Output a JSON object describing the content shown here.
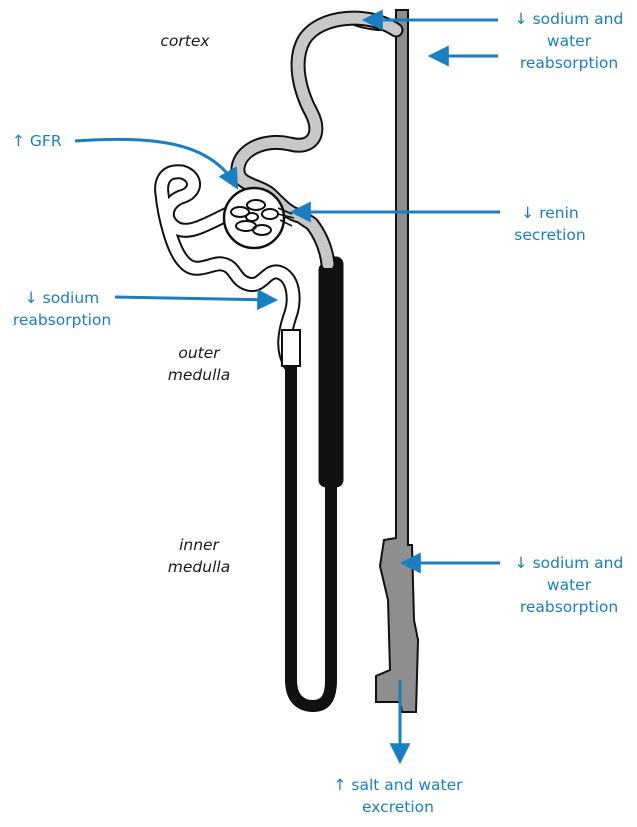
{
  "regions": {
    "cortex": "cortex",
    "outer_medulla": [
      "outer",
      "medulla"
    ],
    "inner_medulla": [
      "inner",
      "medulla"
    ]
  },
  "annotations": {
    "top_right": [
      "↓ sodium and",
      "water",
      "reabsorption"
    ],
    "gfr": "↑ GFR",
    "renin": [
      "↓ renin",
      "secretion"
    ],
    "sodium_left": [
      "↓ sodium",
      "reabsorption"
    ],
    "bottom_right": [
      "↓ sodium and",
      "water",
      "reabsorption"
    ],
    "excretion": [
      "↑ salt and water",
      "excretion"
    ]
  },
  "colors": {
    "arrow": "#1a7fc1",
    "tubule_light": "#c8c8c8",
    "duct_gray": "#8e8e8e",
    "loop_dark": "#111111"
  }
}
